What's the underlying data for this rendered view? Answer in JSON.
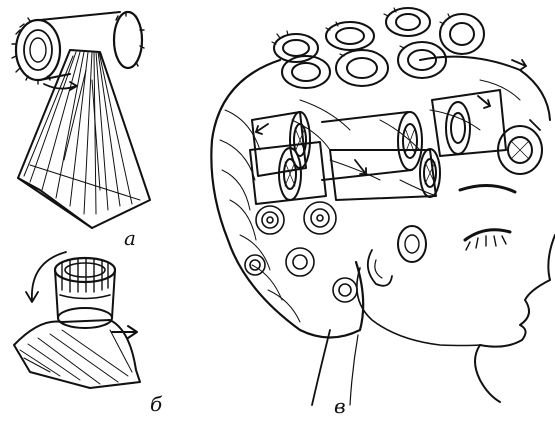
{
  "figure": {
    "labels": {
      "a": "а",
      "b": "б",
      "v": "в"
    },
    "panels": [
      {
        "id": "a",
        "icon": "roller-on-hair-strand-illustration"
      },
      {
        "id": "b",
        "icon": "rolled-roller-at-root-illustration"
      },
      {
        "id": "v",
        "icon": "head-with-rollers-illustration"
      }
    ],
    "colors": {
      "ink": "#111111",
      "paper": "#ffffff"
    }
  }
}
